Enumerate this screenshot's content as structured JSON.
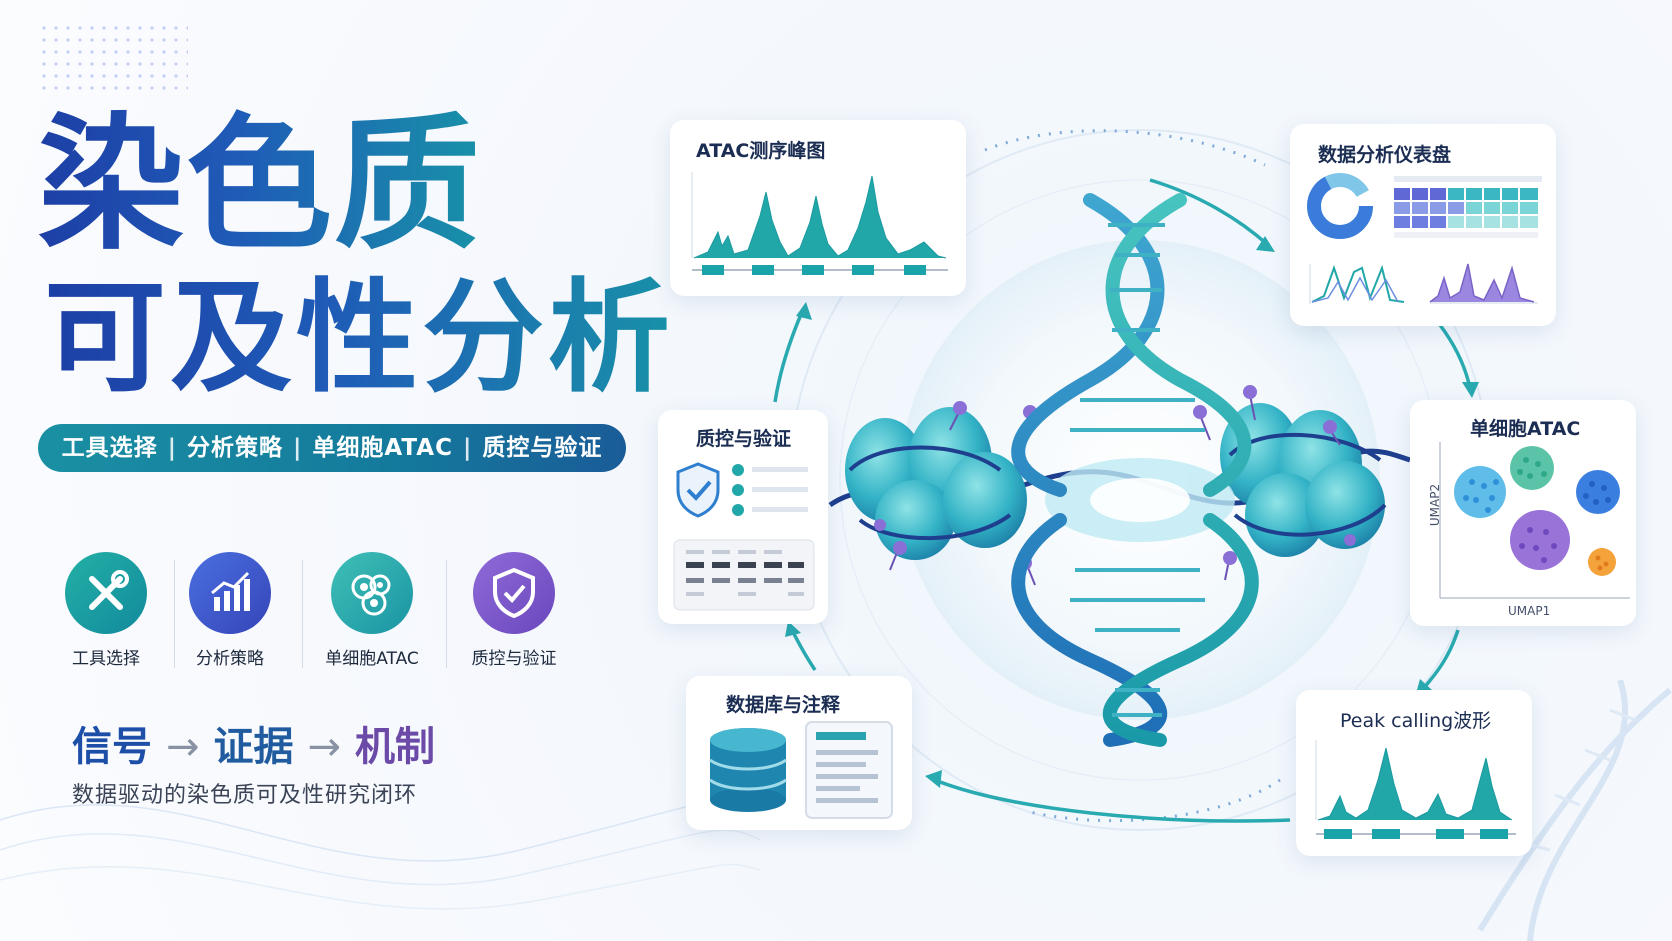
{
  "title": {
    "line1": "染色质",
    "line2": "可及性分析"
  },
  "pill": {
    "items": [
      "工具选择",
      "分析策略",
      "单细胞ATAC",
      "质控与验证"
    ]
  },
  "features": [
    {
      "label": "工具选择",
      "icon": "tools-icon",
      "color": "#1a9aa3"
    },
    {
      "label": "分析策略",
      "icon": "bar-chart-growth-icon",
      "color": "#3f57c8"
    },
    {
      "label": "单细胞ATAC",
      "icon": "cells-icon",
      "color": "#2aa3a6"
    },
    {
      "label": "质控与验证",
      "icon": "shield-check-icon",
      "color": "#7c55c8"
    }
  ],
  "flow": {
    "word1": "信号",
    "word2": "证据",
    "word3": "机制",
    "arrow": "→"
  },
  "subtitle": "数据驱动的染色质可及性研究闭环",
  "cards": {
    "atac_peak": {
      "title": "ATAC测序峰图"
    },
    "dashboard": {
      "title": "数据分析仪表盘"
    },
    "single_cell": {
      "title": "单细胞ATAC",
      "xlabel": "UMAP1",
      "ylabel": "UMAP2"
    },
    "peak_calling": {
      "title": "Peak calling波形"
    },
    "database": {
      "title": "数据库与注释"
    },
    "qc": {
      "title": "质控与验证"
    }
  },
  "colors": {
    "teal": "#1aa3a8",
    "navy": "#1d3fa6",
    "purple": "#7c55c8",
    "blue": "#3f7fd6"
  }
}
